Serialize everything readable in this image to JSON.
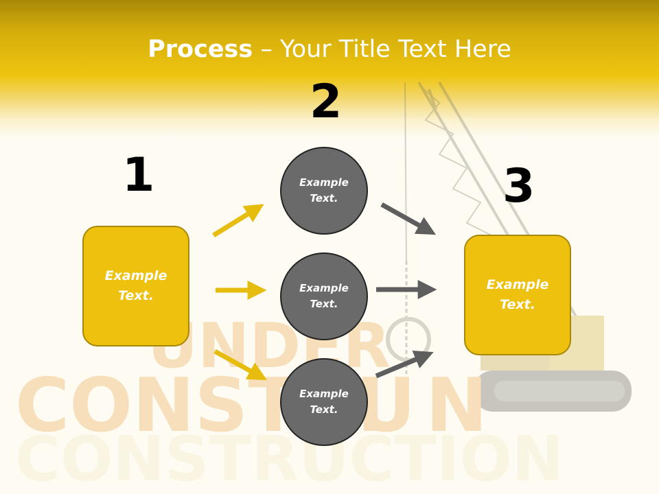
{
  "slide": {
    "title_bold": "Process",
    "title_rest": " – Your Title Text Here",
    "steps": [
      {
        "number": "1",
        "text": "Example Text."
      },
      {
        "number": "2",
        "text": ""
      },
      {
        "number": "3",
        "text": "Example Text."
      }
    ],
    "circles": [
      {
        "text": "Example Text."
      },
      {
        "text": "Example Text."
      },
      {
        "text": "Example Text."
      }
    ],
    "background_image_text": "UNDER CONSTRUCTION"
  },
  "colors": {
    "accent_yellow": "#eec10f",
    "box_border": "#a8880a",
    "circle_gray": "#6a6a6a",
    "arrow_yellow": "#e6bc0e",
    "arrow_gray": "#5e5e5e"
  }
}
